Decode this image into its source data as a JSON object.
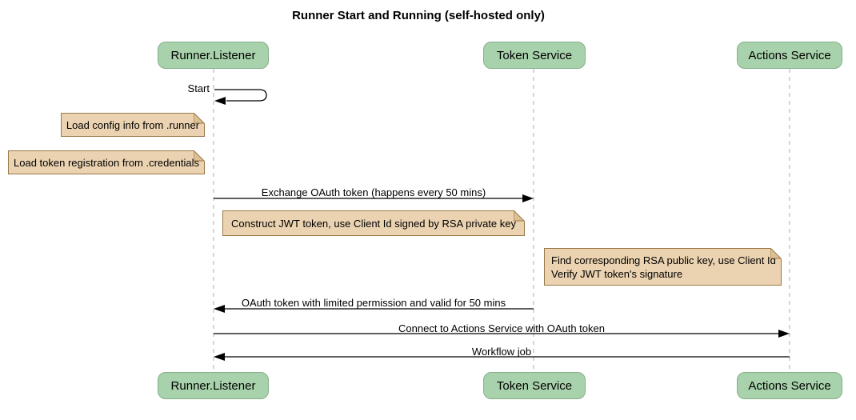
{
  "title": "Runner Start and Running (self-hosted only)",
  "participants": [
    {
      "label": "Runner.Listener"
    },
    {
      "label": "Token Service"
    },
    {
      "label": "Actions Service"
    }
  ],
  "messages": [
    {
      "label": "Start",
      "from": "Runner.Listener",
      "to": "Runner.Listener",
      "kind": "self"
    },
    {
      "label": "Exchange OAuth token (happens every 50 mins)",
      "from": "Runner.Listener",
      "to": "Token Service",
      "kind": "arrow"
    },
    {
      "label": "OAuth token with limited permission and valid for 50 mins",
      "from": "Token Service",
      "to": "Runner.Listener",
      "kind": "arrow"
    },
    {
      "label": "Connect to Actions Service with OAuth token",
      "from": "Runner.Listener",
      "to": "Actions Service",
      "kind": "arrow"
    },
    {
      "label": "Workflow job",
      "from": "Actions Service",
      "to": "Runner.Listener",
      "kind": "arrow"
    }
  ],
  "notes": [
    {
      "position": "left of Runner.Listener",
      "lines": [
        "Load config info from .runner"
      ]
    },
    {
      "position": "left of Runner.Listener",
      "lines": [
        "Load token registration from .credentials"
      ]
    },
    {
      "position": "between Runner.Listener and Token Service",
      "lines": [
        "Construct JWT token, use Client Id signed by RSA private key"
      ]
    },
    {
      "position": "right of Token Service",
      "lines": [
        "Find corresponding RSA public key, use Client Id",
        "Verify JWT token's signature"
      ]
    }
  ],
  "colors": {
    "actor_fill": "#a8d2ab",
    "actor_border": "#86af8a",
    "note_fill": "#ebd3b1",
    "note_border": "#9a7848",
    "lifeline": "#adadad",
    "arrow": "#000000",
    "background": "#ffffff"
  }
}
